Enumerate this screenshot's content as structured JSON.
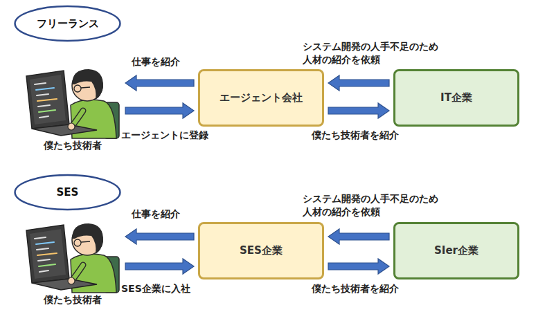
{
  "diagram": {
    "nodes": [
      {
        "text": [
          "フリーランス"
        ]
      },
      {
        "text": [
          "僕たち技術者"
        ]
      },
      {
        "text": [
          "エージェント会社"
        ]
      },
      {
        "text": [
          "IT企業"
        ]
      },
      {
        "text": [
          "SES"
        ]
      },
      {
        "text": [
          "僕たち技術者"
        ]
      },
      {
        "text": [
          "SES企業"
        ]
      },
      {
        "text": [
          "SIer企業"
        ]
      }
    ],
    "edges": [
      {
        "from": 2,
        "to": 1,
        "arrow": "to",
        "label": "仕事を紹介"
      },
      {
        "from": 1,
        "to": 2,
        "arrow": "to",
        "label": "エージェントに登録"
      },
      {
        "from": 3,
        "to": 2,
        "arrow": "to",
        "label": "システム開発の人手不足のため 人材の紹介を依頼"
      },
      {
        "from": 2,
        "to": 3,
        "arrow": "to",
        "label": "僕たち技術者を紹介"
      },
      {
        "from": 6,
        "to": 5,
        "arrow": "to",
        "label": "仕事を紹介"
      },
      {
        "from": 5,
        "to": 6,
        "arrow": "to",
        "label": "SES企業に入社"
      },
      {
        "from": 7,
        "to": 6,
        "arrow": "to",
        "label": "システム開発の人手不足のため 人材の紹介を依頼"
      },
      {
        "from": 6,
        "to": 7,
        "arrow": "to",
        "label": "僕たち技術者を紹介"
      }
    ]
  }
}
